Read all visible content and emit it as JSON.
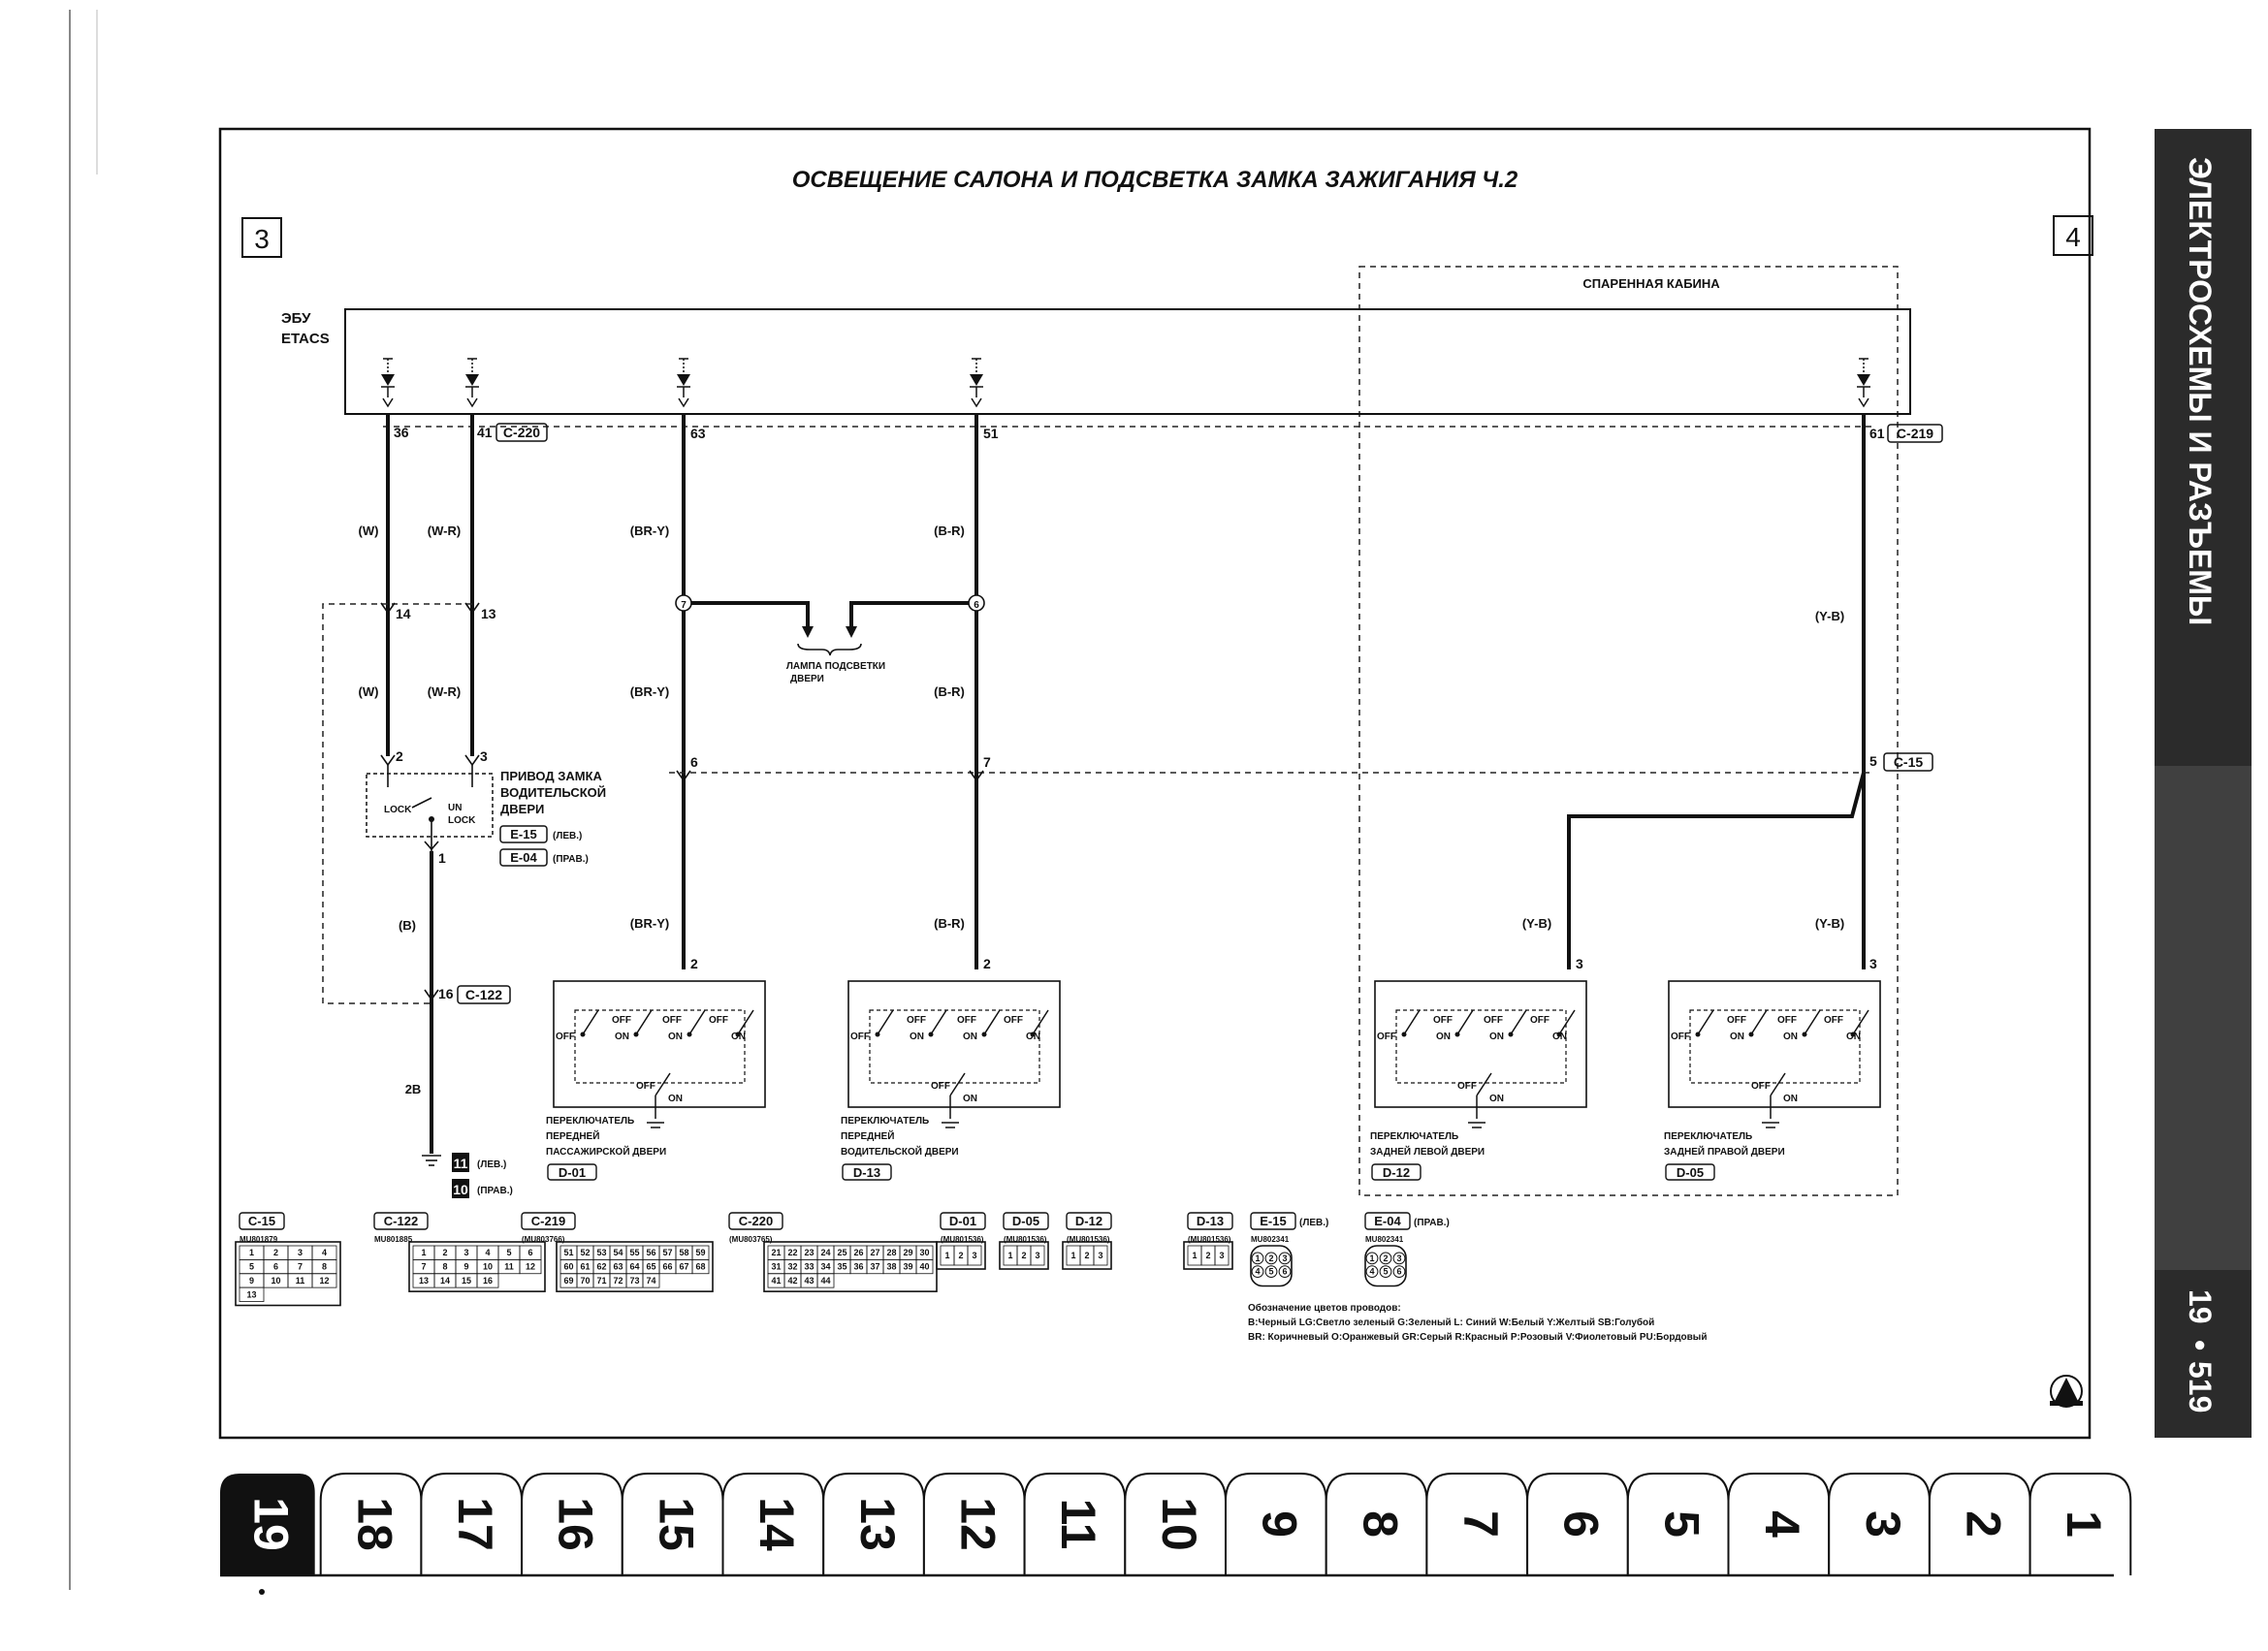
{
  "title": "ОСВЕЩЕНИЕ САЛОНА И ПОДСВЕТКА ЗАМКА ЗАЖИГАНИЯ Ч.2",
  "page_refs": {
    "left": "3",
    "right": "4"
  },
  "side_heading": "ЭЛЕКТРОСХЕМЫ И РАЗЪЕМЫ",
  "page_number": {
    "section": "19",
    "dot": "•",
    "page": "519"
  },
  "ecu": {
    "line1": "ЭБУ",
    "line2": "ETACS"
  },
  "crew_cab": "СПАРЕННАЯ КАБИНА",
  "ecu_pins": {
    "p36": "36",
    "p41": "41",
    "c220": "C-220",
    "p63": "63",
    "p51": "51",
    "p61": "61",
    "c219": "C-219"
  },
  "wire_colors": {
    "w": "(W)",
    "wr": "(W-R)",
    "bry": "(BR-Y)",
    "br": "(B-R)",
    "yb": "(Y-B)",
    "b": "(B)"
  },
  "pins": {
    "p14": "14",
    "p13": "13",
    "p2": "2",
    "p3": "3",
    "p1": "1",
    "p16": "16",
    "c122": "C-122",
    "p6": "6",
    "p7": "7",
    "p5": "5",
    "c15": "C-15",
    "p2b": "2B",
    "j7": "7",
    "j6": "6",
    "sw_a": "2",
    "sw_b": "2",
    "sw_c": "3",
    "sw_d": "3"
  },
  "door_lamp": {
    "line1": "ЛАМПА ПОДСВЕТКИ",
    "line2": "ДВЕРИ"
  },
  "actuator": {
    "line1": "ПРИВОД ЗАМКА",
    "line2": "ВОДИТЕЛЬСКОЙ",
    "line3": "ДВЕРИ",
    "lock": "LOCK",
    "un": "UN",
    "lock2": "LOCK",
    "conn_left": "E-15",
    "left_label": "(ЛЕВ.)",
    "conn_right": "E-04",
    "right_label": "(ПРАВ.)"
  },
  "ground_refs": {
    "n11": "11",
    "lev": "(ЛЕВ.)",
    "n10": "10",
    "prav": "(ПРАВ.)"
  },
  "switch_text": {
    "off": "OFF",
    "on": "ON"
  },
  "switches": [
    {
      "l1": "ПЕРЕКЛЮЧАТЕЛЬ",
      "l2": "ПЕРЕДНЕЙ",
      "l3": "ПАССАЖИРСКОЙ ДВЕРИ",
      "conn": "D-01"
    },
    {
      "l1": "ПЕРЕКЛЮЧАТЕЛЬ",
      "l2": "ПЕРЕДНЕЙ",
      "l3": "ВОДИТЕЛЬСКОЙ ДВЕРИ",
      "conn": "D-13"
    },
    {
      "l1": "ПЕРЕКЛЮЧАТЕЛЬ",
      "l2": "ЗАДНЕЙ ЛЕВОЙ ДВЕРИ",
      "conn": "D-12"
    },
    {
      "l1": "ПЕРЕКЛЮЧАТЕЛЬ",
      "l2": "ЗАДНЕЙ ПРАВОЙ ДВЕРИ",
      "conn": "D-05"
    }
  ],
  "connectors": [
    {
      "id": "C-15",
      "part": "MU801879",
      "cells": [
        "1",
        "2",
        "3",
        "4",
        "5",
        "6",
        "7",
        "8",
        "9",
        "10",
        "11",
        "12",
        "13"
      ]
    },
    {
      "id": "C-122",
      "part": "MU801885",
      "cells": [
        "1",
        "2",
        "3",
        "4",
        "5",
        "6",
        "7",
        "8",
        "9",
        "10",
        "11",
        "12",
        "13",
        "14",
        "15",
        "16"
      ]
    },
    {
      "id": "C-219",
      "part": "(MU803766)",
      "cells": [
        "51",
        "52",
        "53",
        "54",
        "55",
        "56",
        "57",
        "58",
        "59",
        "60",
        "61",
        "62",
        "63",
        "64",
        "65",
        "66",
        "67",
        "68",
        "69",
        "70",
        "71",
        "72",
        "73",
        "74"
      ]
    },
    {
      "id": "C-220",
      "part": "(MU803765)",
      "cells": [
        "21",
        "22",
        "23",
        "24",
        "25",
        "26",
        "27",
        "28",
        "29",
        "30",
        "31",
        "32",
        "33",
        "34",
        "35",
        "36",
        "37",
        "38",
        "39",
        "40",
        "41",
        "42",
        "43",
        "44"
      ]
    },
    {
      "id": "D-01",
      "part": "(MU801536)",
      "cells": [
        "1",
        "2",
        "3"
      ]
    },
    {
      "id": "D-05",
      "part": "(MU801536)",
      "cells": [
        "1",
        "2",
        "3"
      ]
    },
    {
      "id": "D-12",
      "part": "(MU801536)",
      "cells": [
        "1",
        "2",
        "3"
      ]
    },
    {
      "id": "D-13",
      "part": "(MU801536)",
      "cells": [
        "1",
        "2",
        "3"
      ]
    },
    {
      "id": "E-15",
      "part": "MU802341",
      "extra": "(ЛЕВ.)",
      "cells": [
        "1",
        "2",
        "3",
        "4",
        "5",
        "6"
      ]
    },
    {
      "id": "E-04",
      "part": "MU802341",
      "extra": "(ПРАВ.)",
      "cells": [
        "1",
        "2",
        "3",
        "4",
        "5",
        "6"
      ]
    }
  ],
  "legend": {
    "heading": "Обозначение цветов проводов:",
    "line1": "B:Черный LG:Светло зеленый G:Зеленый L: Синий W:Белый Y:Желтый SB:Голубой",
    "line2": "BR: Коричневый O:Оранжевый GR:Серый R:Красный P:Розовый V:Фиолетовый PU:Бордовый"
  },
  "tabs": [
    "19",
    "18",
    "17",
    "16",
    "15",
    "14",
    "13",
    "12",
    "11",
    "10",
    "9",
    "8",
    "7",
    "6",
    "5",
    "4",
    "3",
    "2",
    "1"
  ],
  "colors": {
    "ink": "#111111",
    "side_bar": "#2b2b2b",
    "active_tab": "#111111",
    "paper": "#ffffff"
  }
}
